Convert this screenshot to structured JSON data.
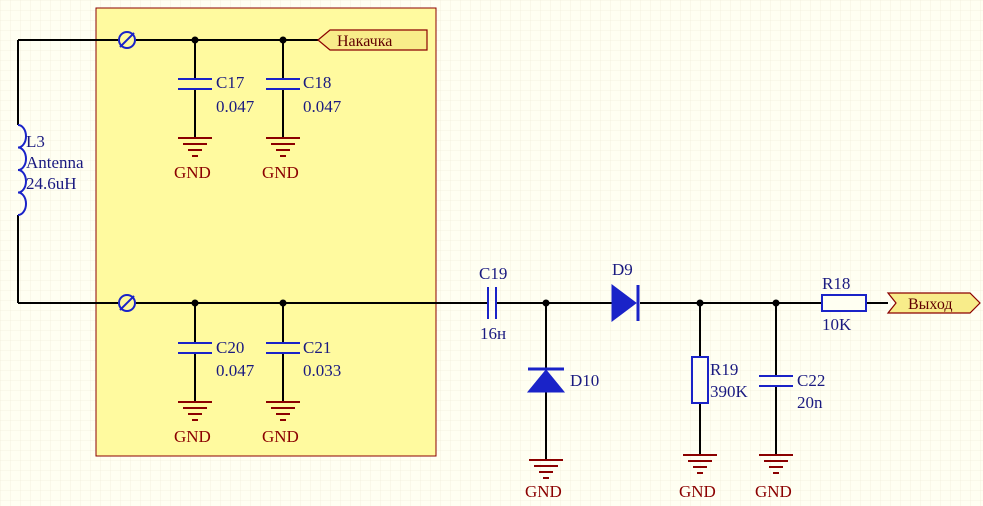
{
  "components": {
    "L3": {
      "ref": "L3",
      "value_line1": "Antenna",
      "value_line2": "24.6uH"
    },
    "C17": {
      "ref": "C17",
      "value": "0.047"
    },
    "C18": {
      "ref": "C18",
      "value": "0.047"
    },
    "C20": {
      "ref": "C20",
      "value": "0.047"
    },
    "C21": {
      "ref": "C21",
      "value": "0.033"
    },
    "C19": {
      "ref": "C19",
      "value": "16н"
    },
    "D9": {
      "ref": "D9"
    },
    "D10": {
      "ref": "D10"
    },
    "R19": {
      "ref": "R19",
      "value": "390K"
    },
    "C22": {
      "ref": "C22",
      "value": "20n"
    },
    "R18": {
      "ref": "R18",
      "value": "10K"
    }
  },
  "ports": {
    "input": "Накачка",
    "output": "Выход"
  },
  "gnd_label": "GND",
  "colors": {
    "background": "#fffff2",
    "grid": "#ece8d4",
    "region_fill": "#fffa9f",
    "region_border": "#8b0000",
    "wire": "#000000",
    "component": "#1a23c8",
    "ground": "#8b0000",
    "port_fill": "#f8ec8a"
  }
}
